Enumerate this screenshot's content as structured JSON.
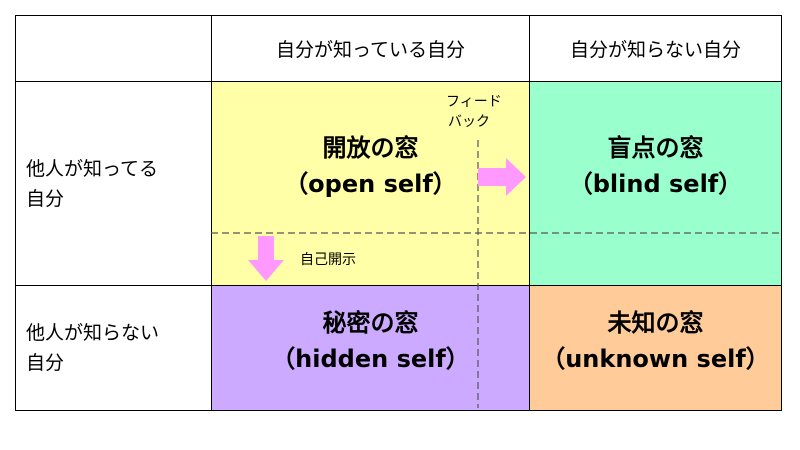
{
  "columns": {
    "known_to_self": "自分が知っている自分",
    "unknown_to_self": "自分が知らない自分"
  },
  "rows": {
    "known_to_others": [
      "他人が知ってる",
      "自分"
    ],
    "unknown_to_others": [
      "他人が知らない",
      "自分"
    ]
  },
  "quadrants": {
    "open": {
      "title": "開放の窓",
      "subtitle": "（open self）",
      "color": "#FFFFA8"
    },
    "blind": {
      "title": "盲点の窓",
      "subtitle": "（blind self）",
      "color": "#99FFCC"
    },
    "hidden": {
      "title": "秘密の窓",
      "subtitle": "（hidden self）",
      "color": "#CCAAFF"
    },
    "unknown": {
      "title": "未知の窓",
      "subtitle": "（unknown self）",
      "color": "#FFCC99"
    }
  },
  "annotations": {
    "feedback": [
      "フィード",
      "バック"
    ],
    "self_disclosure": "自己開示",
    "arrow_color": "#FF99FF"
  }
}
